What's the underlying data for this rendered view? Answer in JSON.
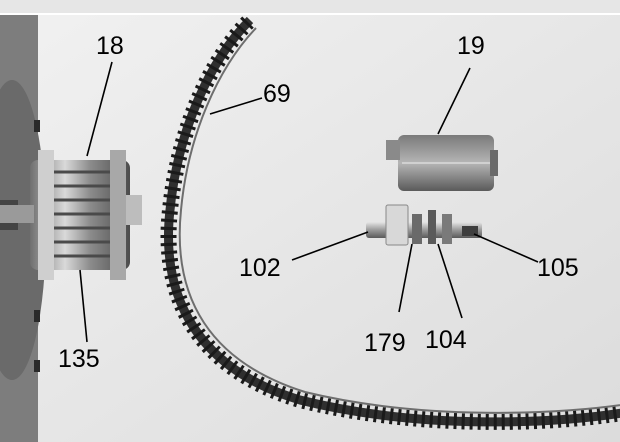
{
  "figure": {
    "callouts": {
      "belt": "69",
      "pulley": "18",
      "pulley_hub": "135",
      "block": "19",
      "shaft_left": "102",
      "shaft_collar": "179",
      "shaft_mid": "104",
      "shaft_right": "105"
    }
  }
}
